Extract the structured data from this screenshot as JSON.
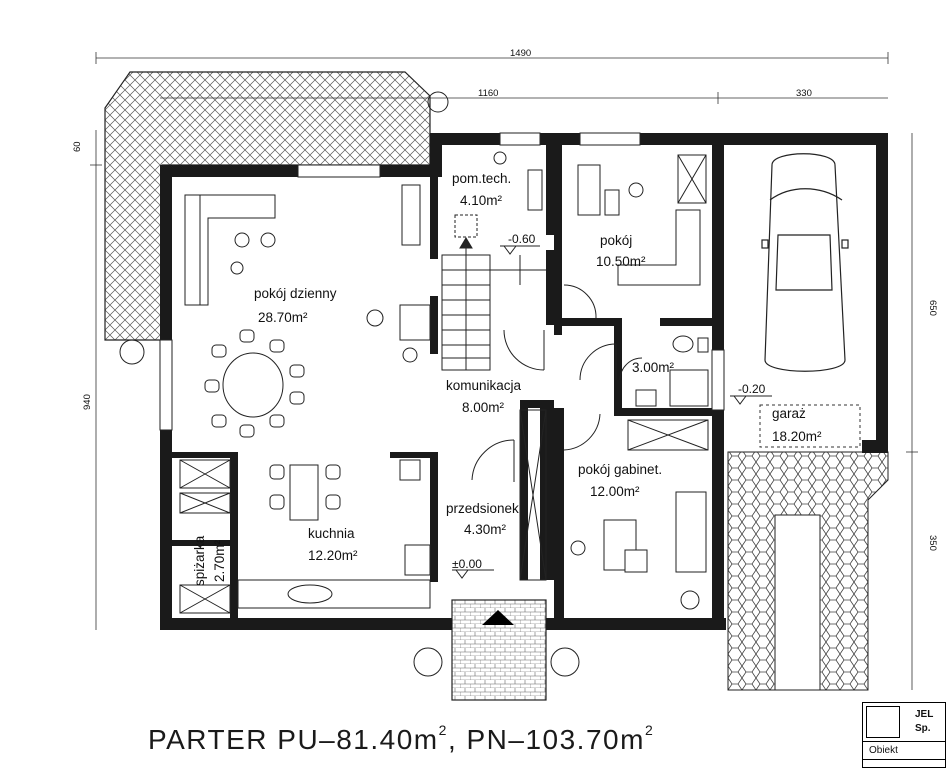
{
  "drawing": {
    "title": {
      "prefix": "PARTER  PU–81.40m",
      "mid": ",  PN–103.70m",
      "sup": "2"
    },
    "dimensions": {
      "top_total": "1490",
      "top_main": "1160",
      "top_garage": "330",
      "left_small": "60",
      "left_main": "940",
      "right_garage": "650",
      "right_drive": "350"
    },
    "rooms": [
      {
        "id": "pokoj-dzienny",
        "name": "pokój  dzienny",
        "area": "28.70m²"
      },
      {
        "id": "pom-tech",
        "name": "pom.tech.",
        "area": "4.10m²"
      },
      {
        "id": "pokoj",
        "name": "pokój",
        "area": "10.50m²"
      },
      {
        "id": "lazienka",
        "name": "",
        "area": "3.00m²"
      },
      {
        "id": "komunikacja",
        "name": "komunikacja",
        "area": "8.00m²"
      },
      {
        "id": "garaz",
        "name": "garaż",
        "area": "18.20m²"
      },
      {
        "id": "pokoj-gabinet",
        "name": "pokój  gabinet.",
        "area": "12.00m²"
      },
      {
        "id": "kuchnia",
        "name": "kuchnia",
        "area": "12.20m²"
      },
      {
        "id": "przedsionek",
        "name": "przedsionek",
        "area": "4.30m²"
      },
      {
        "id": "spizarka",
        "name": "spiżarka",
        "area": "2.70m²"
      }
    ],
    "levels": {
      "stair": "-0.60",
      "garage": "-0.20",
      "entry": "±0.00"
    }
  },
  "stamp": {
    "line1": "JEL",
    "line2": "Sp.",
    "line3": "Obiekt"
  }
}
